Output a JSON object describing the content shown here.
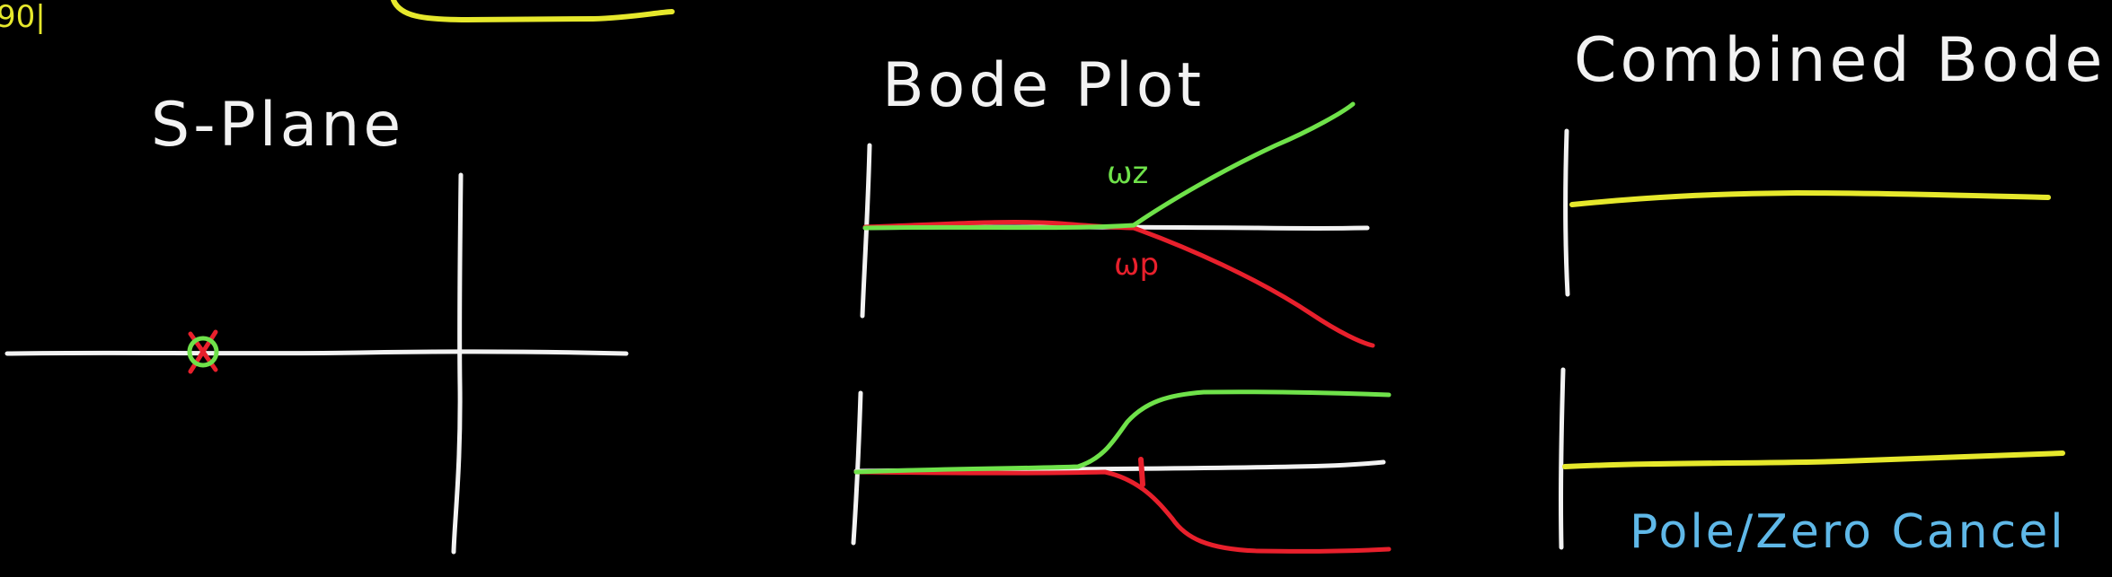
{
  "colors": {
    "background": "#000000",
    "chalk_white": "#f2f2f2",
    "zero_green": "#6fe24a",
    "pole_red": "#e8202c",
    "combined_yellow": "#e6e82c",
    "caption_blue": "#5fb8e8"
  },
  "top_fragment": {
    "label": "90|"
  },
  "splane": {
    "title": "S-Plane",
    "markers": [
      "zero-circle",
      "pole-x"
    ]
  },
  "bode": {
    "title": "Bode Plot",
    "zero_label": "ωz",
    "pole_label": "ωp"
  },
  "combined": {
    "title": "Combined Bode",
    "caption": "Pole/Zero Cancel"
  }
}
